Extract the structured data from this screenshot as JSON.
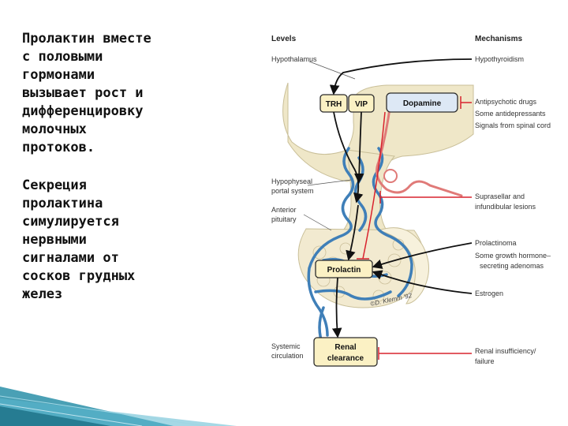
{
  "left_text": {
    "paragraph1": "Пролактин вместе\nс половыми\nгормонами\nвызывает рост и\nдифференцировку\nмолочных\nпротоков.",
    "paragraph2": "Секреция\nпролактина\nсимулируется\nнервными\nсигналами от\nсосков грудных\nжелез"
  },
  "diagram": {
    "header_levels": "Levels",
    "header_mechanisms": "Mechanisms",
    "levels": {
      "hypothalamus": "Hypothalamus",
      "portal_line1": "Hypophyseal",
      "portal_line2": "portal system",
      "anterior_line1": "Anterior",
      "anterior_line2": "pituitary",
      "systemic_line1": "Systemic",
      "systemic_line2": "circulation"
    },
    "boxes": {
      "trh": "TRH",
      "vip": "VIP",
      "dopamine": "Dopamine",
      "prolactin": "Prolactin",
      "renal_line1": "Renal",
      "renal_line2": "clearance"
    },
    "mechanisms": {
      "hypothyroidism": "Hypothyroidism",
      "antipsychotic": "Antipsychotic drugs",
      "antidepressants": "Some antidepressants",
      "spinal": "Signals from spinal cord",
      "suprasellar_line1": "Suprasellar and",
      "suprasellar_line2": "infundibular lesions",
      "prolactinoma": "Prolactinoma",
      "growth_line1": "Some growth hormone–",
      "growth_line2": "secreting adenomas",
      "estrogen": "Estrogen",
      "renal_line1": "Renal insufficiency/",
      "renal_line2": "failure"
    },
    "signature": "©D. Klemm '92"
  },
  "colors": {
    "tissue": "#efe7c8",
    "tissue_edge": "#c9bf98",
    "vessel_blue": "#3f7fb8",
    "vessel_red": "#d9534f",
    "box_fill": "#fbf1c4",
    "box_edge": "#2b2b2b",
    "dopamine_fill": "#dde8f5",
    "inhibit_red": "#d9232e",
    "corner_teal": "#2a8fa8"
  }
}
